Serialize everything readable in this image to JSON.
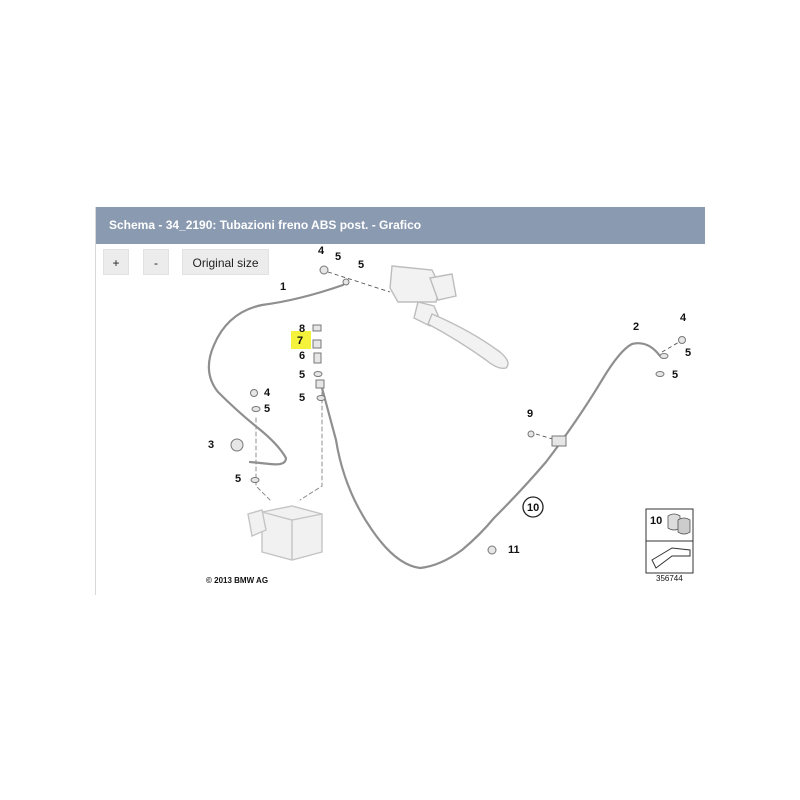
{
  "header": {
    "title": "Schema - 34_2190: Tubazioni freno ABS post. - Grafico"
  },
  "toolbar": {
    "zoom_in_label": "+",
    "zoom_out_label": "-",
    "original_size_label": "Original size"
  },
  "diagram": {
    "callouts": {
      "c1": "1",
      "c2": "2",
      "c3": "3",
      "c4a": "4",
      "c4b": "4",
      "c4c": "4",
      "c5a": "5",
      "c5b": "5",
      "c5c": "5",
      "c5d": "5",
      "c5e": "5",
      "c5f": "5",
      "c5g": "5",
      "c5h": "5",
      "c6": "6",
      "c7": "7",
      "c8": "8",
      "c9": "9",
      "c10": "10",
      "c11": "11"
    },
    "highlight_color": "#f4f23a",
    "legend_box_label": "10",
    "copyright": "© 2013 BMW AG",
    "image_number": "356744"
  }
}
